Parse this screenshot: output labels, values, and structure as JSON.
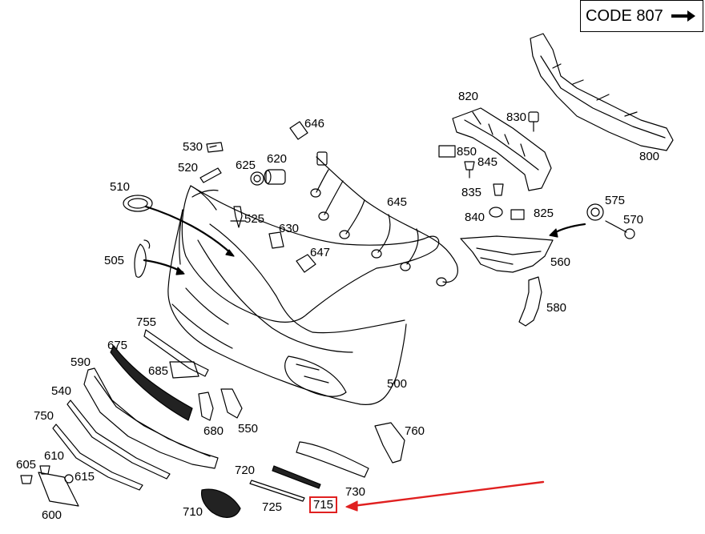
{
  "header": {
    "code_label": "CODE 807",
    "arrow_icon": "right-arrow-icon"
  },
  "highlight_color": "#e02020",
  "highlighted_part": "715",
  "parts": {
    "p500": "500",
    "p505": "505",
    "p510": "510",
    "p520": "520",
    "p525": "525",
    "p530": "530",
    "p540": "540",
    "p550": "550",
    "p560": "560",
    "p570": "570",
    "p575": "575",
    "p580": "580",
    "p590": "590",
    "p600": "600",
    "p605": "605",
    "p610": "610",
    "p615": "615",
    "p620": "620",
    "p625": "625",
    "p630": "630",
    "p645": "645",
    "p646": "646",
    "p647": "647",
    "p675": "675",
    "p680": "680",
    "p685": "685",
    "p710": "710",
    "p715": "715",
    "p720": "720",
    "p725": "725",
    "p730": "730",
    "p750": "750",
    "p755": "755",
    "p760": "760",
    "p800": "800",
    "p820": "820",
    "p825": "825",
    "p830": "830",
    "p835": "835",
    "p840": "840",
    "p845": "845",
    "p850": "850"
  }
}
